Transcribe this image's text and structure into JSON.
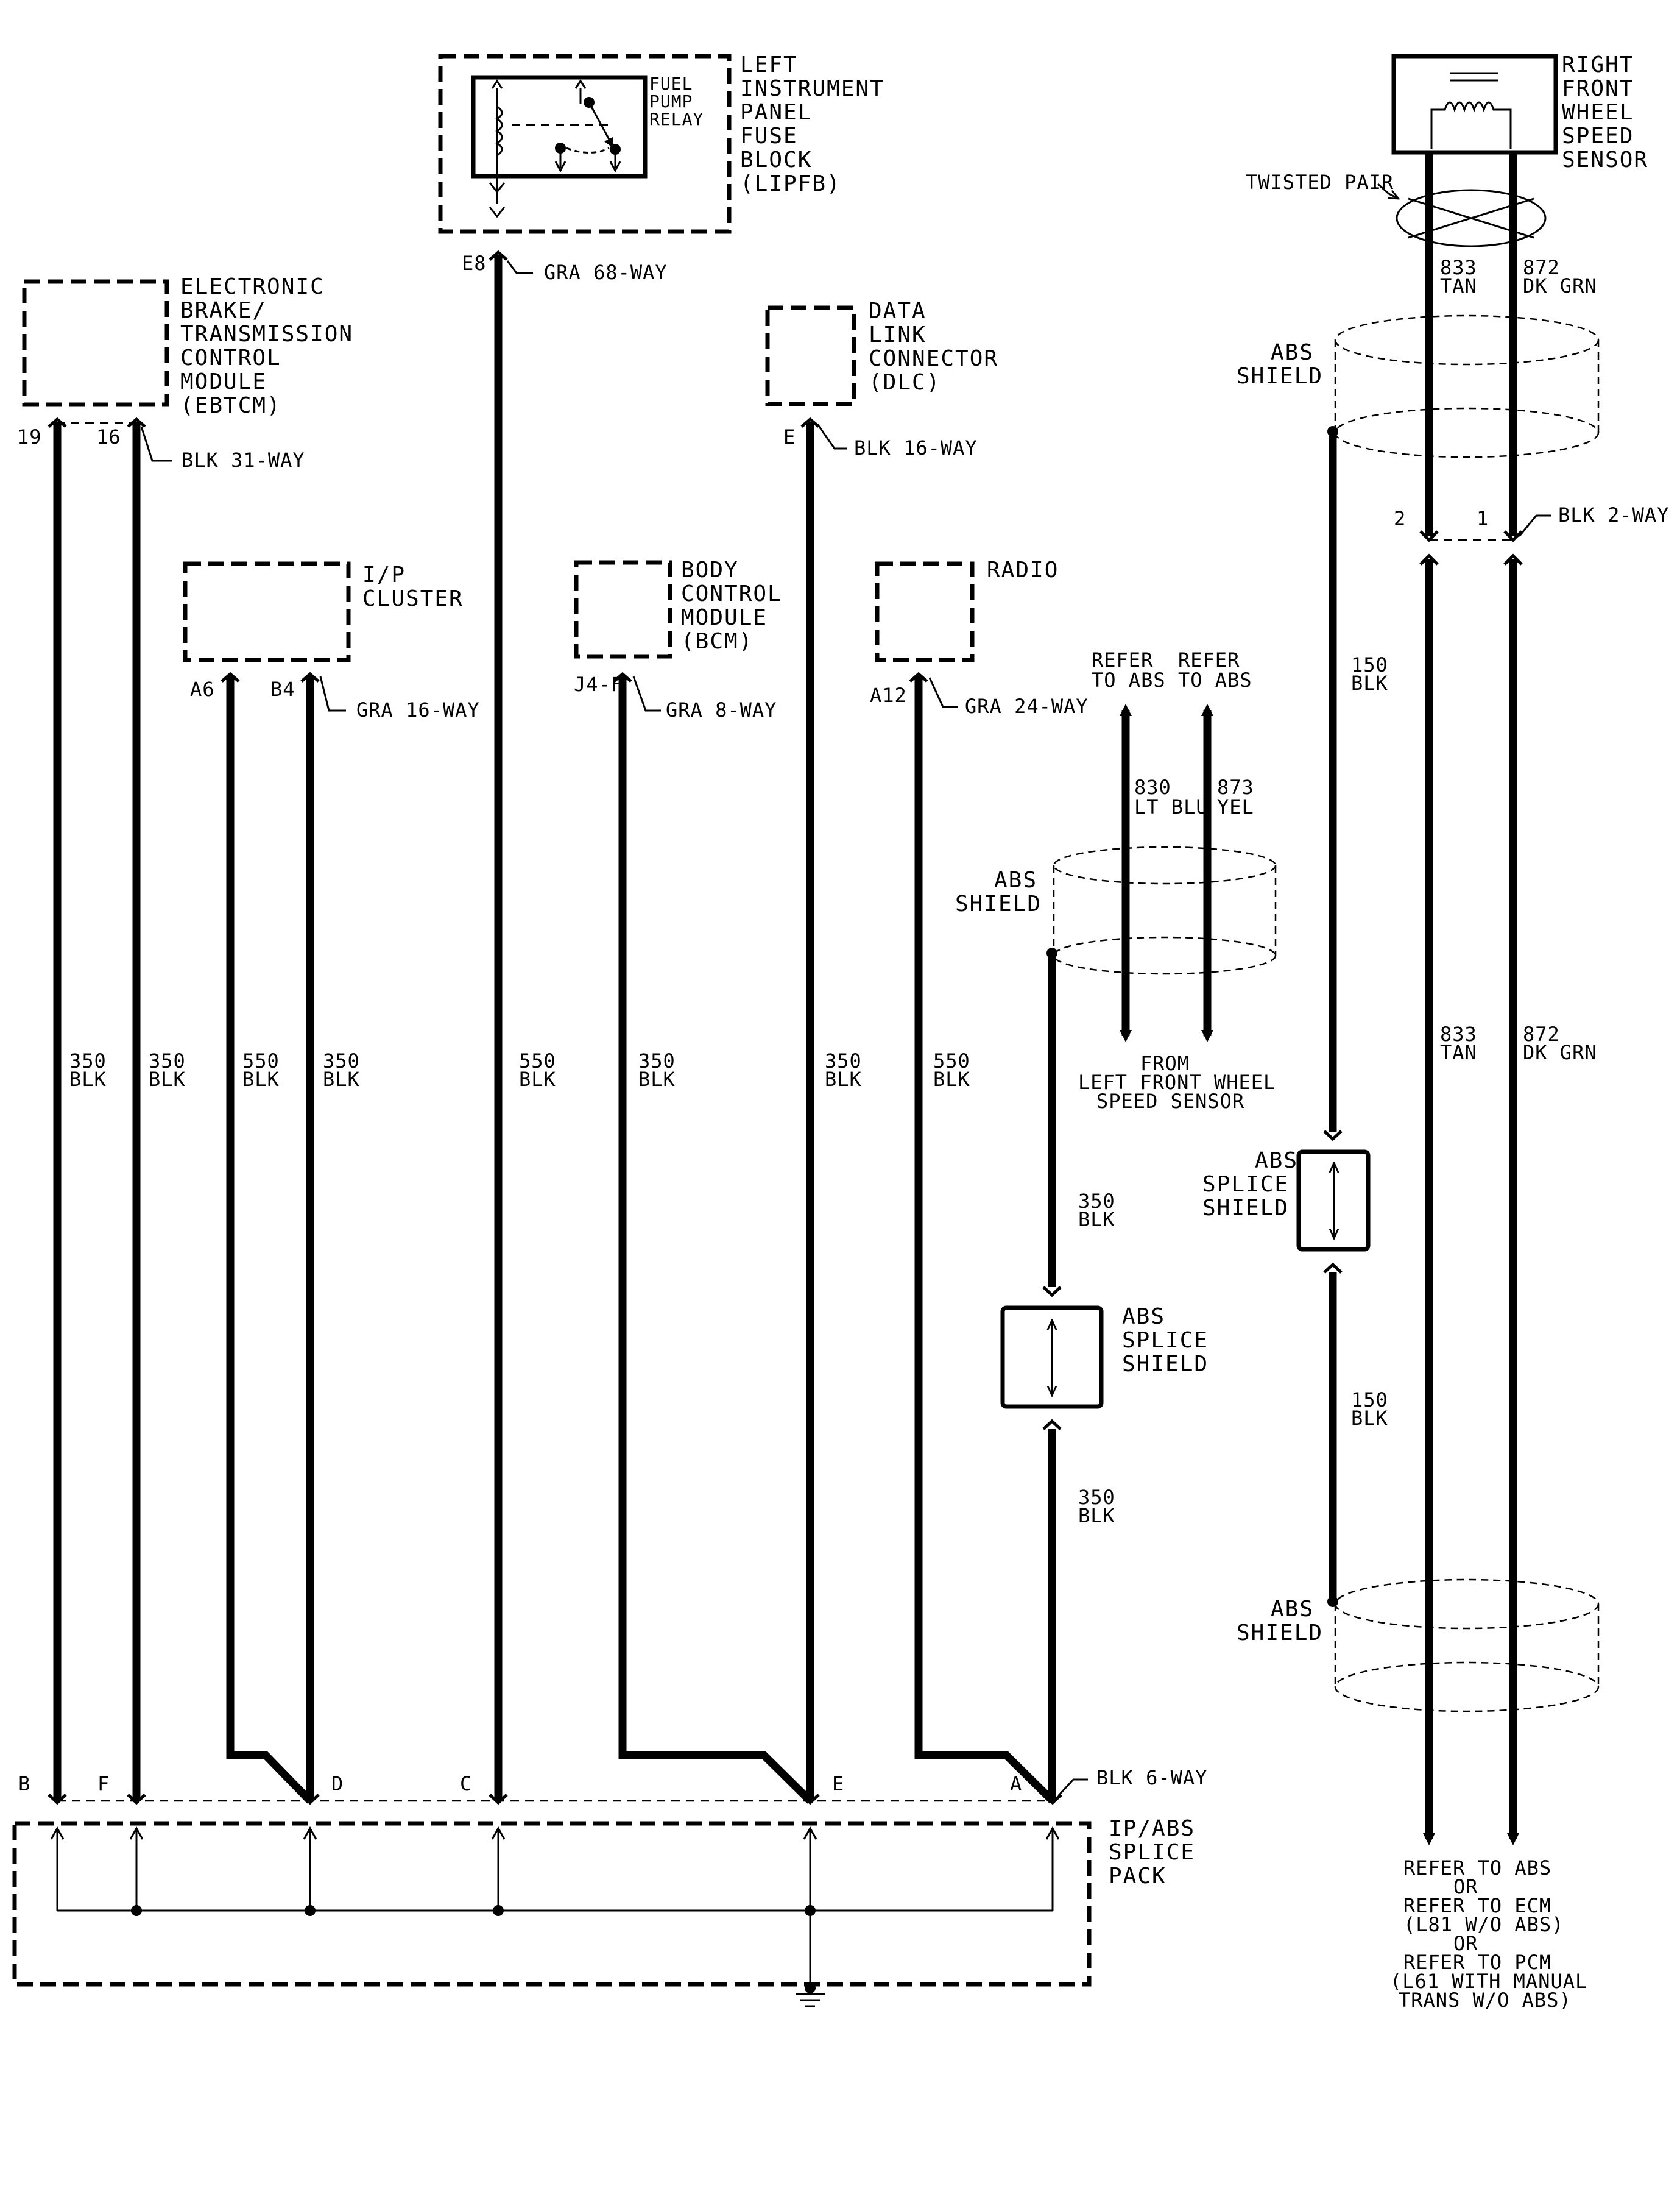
{
  "components": {
    "lipfb": {
      "lines": [
        "LEFT",
        "INSTRUMENT",
        "PANEL",
        "FUSE",
        "BLOCK",
        "(LIPFB)"
      ],
      "relay_label": [
        "FUEL",
        "PUMP",
        "RELAY"
      ]
    },
    "ebtcm": {
      "lines": [
        "ELECTRONIC",
        "BRAKE/",
        "TRANSMISSION",
        "CONTROL",
        "MODULE",
        "(EBTCM)"
      ]
    },
    "ip_cluster": {
      "lines": [
        "I/P",
        "CLUSTER"
      ]
    },
    "bcm": {
      "lines": [
        "BODY",
        "CONTROL",
        "MODULE",
        "(BCM)"
      ]
    },
    "dlc": {
      "lines": [
        "DATA",
        "LINK",
        "CONNECTOR",
        "(DLC)"
      ]
    },
    "radio": {
      "lines": [
        "RADIO"
      ]
    },
    "wheel_sensor": {
      "lines": [
        "RIGHT",
        "FRONT",
        "WHEEL",
        "SPEED",
        "SENSOR"
      ]
    },
    "splice_pack": {
      "lines": [
        "IP/ABS",
        "SPLICE",
        "PACK"
      ]
    }
  },
  "connectors": {
    "lipfb": {
      "pin": "E8",
      "name": "GRA 68-WAY"
    },
    "ebtcm": {
      "pin1": "19",
      "pin2": "16",
      "name": "BLK 31-WAY"
    },
    "ip_cluster": {
      "pin1": "A6",
      "pin2": "B4",
      "name": "GRA 16-WAY"
    },
    "bcm": {
      "pin": "J4-F",
      "name": "GRA 8-WAY"
    },
    "dlc": {
      "pin": "E",
      "name": "BLK 16-WAY"
    },
    "radio": {
      "pin": "A12",
      "name": "GRA 24-WAY"
    },
    "splice_pack": {
      "name": "BLK 6-WAY",
      "pins": [
        "B",
        "F",
        "D",
        "C",
        "E",
        "A"
      ]
    },
    "wheel_sensor": {
      "pin1": "2",
      "pin2": "1",
      "name": "BLK 2-WAY"
    }
  },
  "wires": {
    "w1": [
      "350",
      "BLK"
    ],
    "w2": [
      "350",
      "BLK"
    ],
    "w3": [
      "550",
      "BLK"
    ],
    "w4": [
      "350",
      "BLK"
    ],
    "w5": [
      "550",
      "BLK"
    ],
    "w6": [
      "350",
      "BLK"
    ],
    "w7": [
      "350",
      "BLK"
    ],
    "w8": [
      "550",
      "BLK"
    ],
    "abs_a": [
      "830",
      "LT BLU"
    ],
    "abs_b": [
      "873",
      "YEL"
    ],
    "shield_mid_top": [
      "350",
      "BLK"
    ],
    "shield_mid_bottom": [
      "350",
      "BLK"
    ],
    "sensor_a_top": [
      "833",
      "TAN"
    ],
    "sensor_b_top": [
      "872",
      "DK GRN"
    ],
    "sensor_a": [
      "833",
      "TAN"
    ],
    "sensor_b": [
      "872",
      "DK GRN"
    ],
    "shield_right_top": [
      "150",
      "BLK"
    ],
    "shield_right_bottom": [
      "150",
      "BLK"
    ]
  },
  "labels": {
    "twisted_pair": "TWISTED PAIR",
    "abs_shield": [
      "ABS",
      "SHIELD"
    ],
    "abs_splice_shield": [
      "ABS",
      "SPLICE",
      "SHIELD"
    ],
    "refer_abs_1": [
      "REFER",
      "TO ABS"
    ],
    "refer_abs_2": [
      "REFER",
      "TO ABS"
    ],
    "from_sensor": [
      "FROM",
      "LEFT FRONT WHEEL",
      "SPEED SENSOR"
    ],
    "refer_bottom": [
      "REFER TO ABS",
      "OR",
      "REFER TO ECM",
      "(L81 W/O ABS)",
      "OR",
      "REFER TO PCM",
      "(L61 WITH MANUAL",
      "TRANS W/O ABS)"
    ]
  }
}
